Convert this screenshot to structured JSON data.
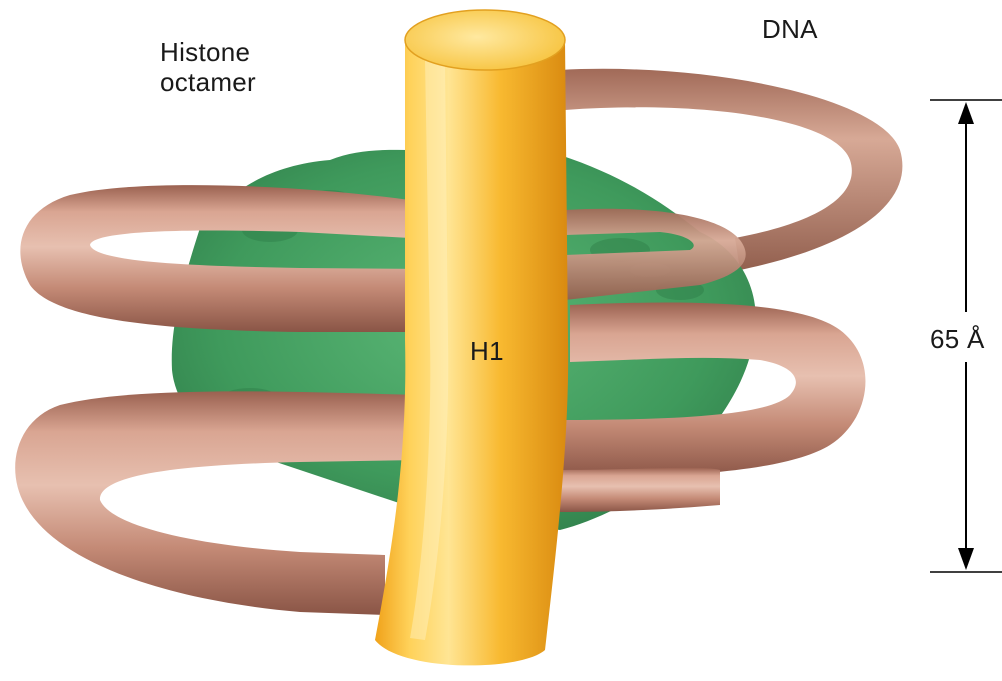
{
  "labels": {
    "histone_line1": "Histone",
    "histone_line2": "octamer",
    "dna": "DNA",
    "h1": "H1",
    "dimension": "65 Å"
  },
  "colors": {
    "dna_tube": "#c48a76",
    "dna_tube_highlight": "#e9c3b3",
    "dna_tube_shadow": "#8f5a4a",
    "histone_core": "#3f9a5c",
    "histone_core_dark": "#2b7444",
    "h1_rod": "#f6b325",
    "h1_rod_highlight": "#ffe08a",
    "h1_rod_shadow": "#d98a10",
    "dimension_line": "#000000"
  },
  "icons": {
    "dimension_arrow_top": "arrow-up-icon",
    "dimension_arrow_bottom": "arrow-down-icon"
  }
}
